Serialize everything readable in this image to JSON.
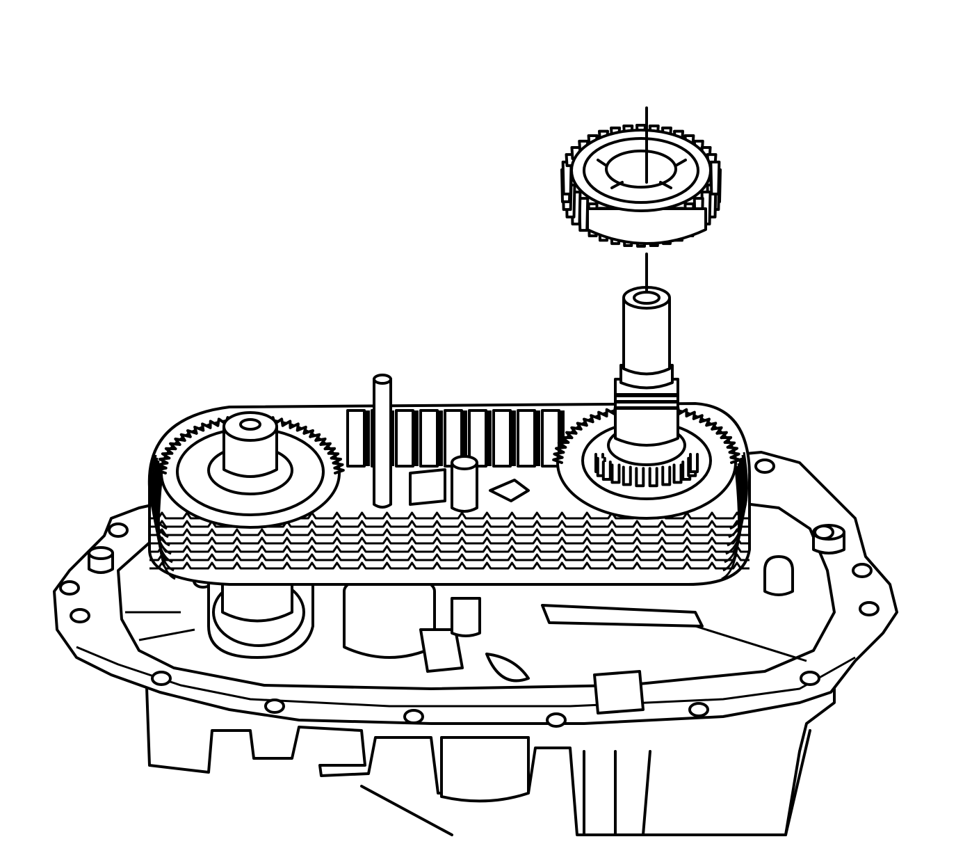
{
  "diagram": {
    "background": "#ffffff",
    "stroke_color": "#000000",
    "chain_plate_layers": 7,
    "chain_links_per_row": 24,
    "gear_teeth_upper": 36,
    "gear_teeth_sprocket": 32,
    "flange_bolt_holes": 16
  }
}
